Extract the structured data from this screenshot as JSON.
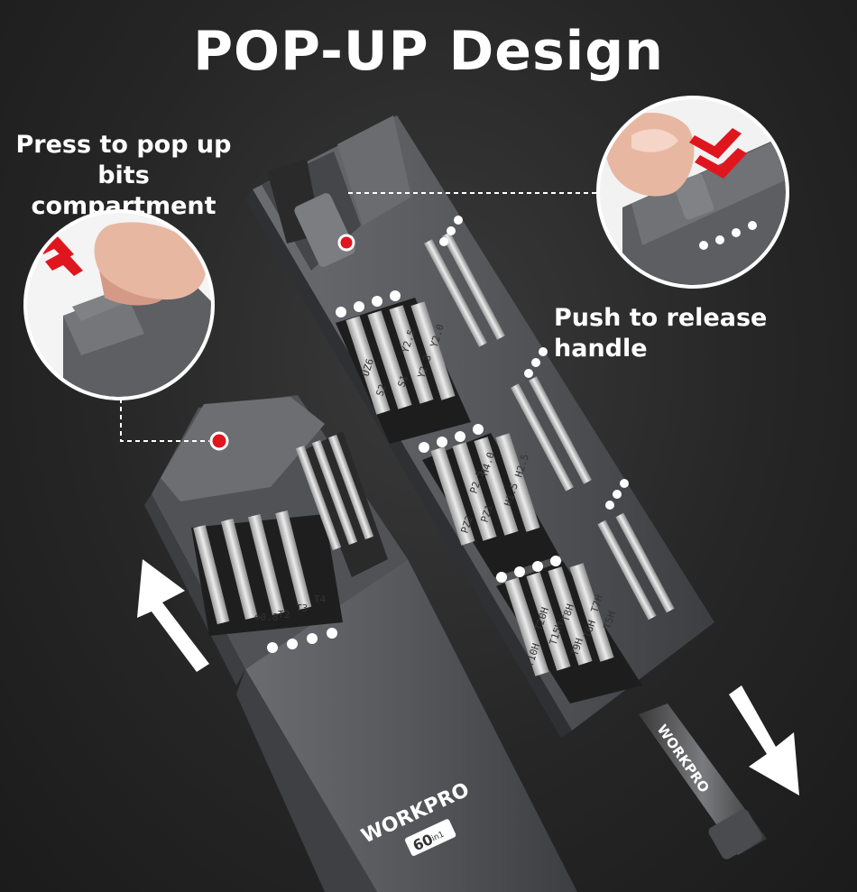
{
  "title": "POP-UP Design",
  "callouts": {
    "left": "Press to pop up bits compartment",
    "right": "Push to release handle"
  },
  "brand": {
    "name": "WORKPRO",
    "model_badge_number": "60",
    "model_badge_suffix": "in1"
  },
  "bit_labels_left_holder": [
    "⊙0.8",
    "T2",
    "T3",
    "T4"
  ],
  "bit_labels_right_holder": {
    "row1": [
      "UZ6",
      "S2",
      "S1",
      "Y2.5",
      "Y2.3",
      "Y2.0"
    ],
    "row2": [
      "PZ2",
      "PZ1",
      "P2.5",
      "H4.0",
      "H1.5",
      "H2.5"
    ],
    "row3": [
      "T10H",
      "T20H",
      "T15H",
      "T9H",
      "T8H",
      "T6H",
      "T7H",
      "T5H"
    ]
  },
  "colors": {
    "background": "#262626",
    "body": "#5b5d60",
    "accent_red": "#e0161e",
    "arrow": "#ffffff"
  }
}
